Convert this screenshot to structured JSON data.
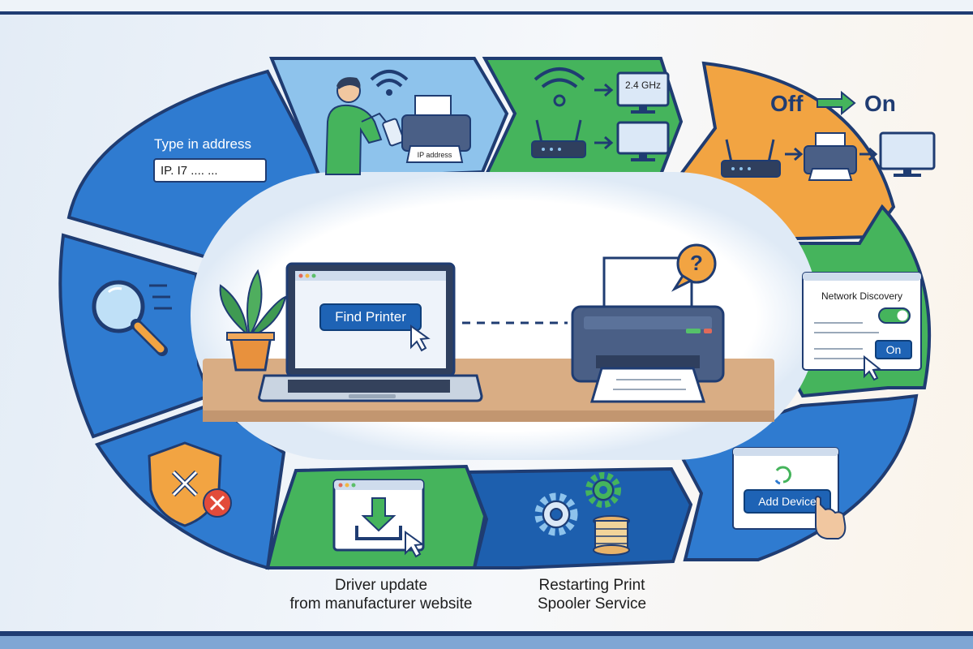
{
  "steps": {
    "type_address": {
      "label": "Type in address",
      "ip_value": "IP. I7 .... ..."
    },
    "ip_printer": {
      "paper_label": "IP address"
    },
    "wifi_band": {
      "band_label": "2.4 GHz"
    },
    "power_cycle": {
      "off_label": "Off",
      "on_label": "On"
    },
    "network_discovery": {
      "title": "Network Discovery",
      "button_label": "On"
    },
    "add_device": {
      "button_label": "Add Device"
    },
    "spooler": {
      "caption": "Restarting Print\nSpooler Service"
    },
    "driver": {
      "caption": "Driver update\nfrom manufacturer website"
    }
  },
  "center": {
    "find_printer_label": "Find Printer",
    "help_mark": "?"
  },
  "colors": {
    "blue": "#2f7bd0",
    "blue_dark": "#1d5fae",
    "green": "#45b45c",
    "orange": "#f2a442",
    "navy": "#1f3c72",
    "light_blue": "#8ec3ec"
  }
}
